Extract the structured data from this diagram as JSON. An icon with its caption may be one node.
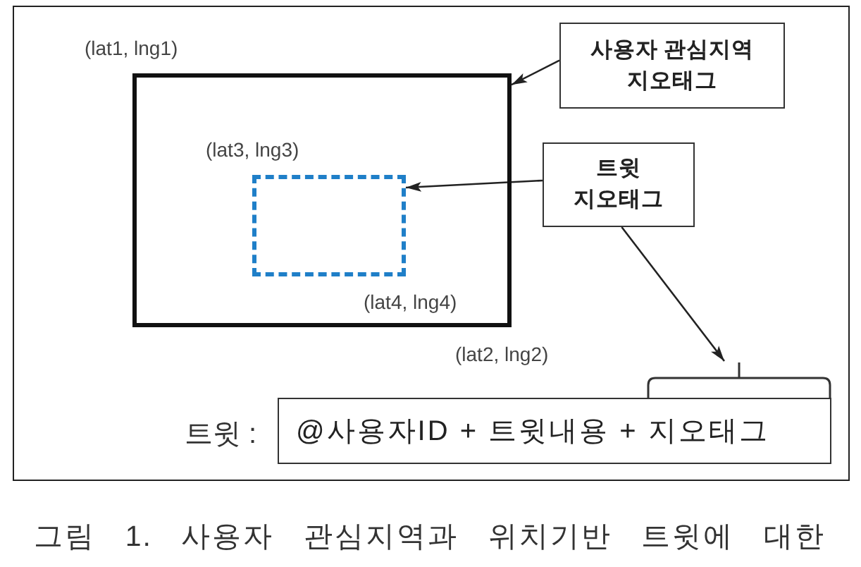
{
  "diagram": {
    "caption": "그림 1. 사용자 관심지역과 위치기반 트윗에 대한",
    "nodes": [
      {
        "text": [],
        "shape": "box",
        "beside": [
          "(lat1, lng1)",
          "(lat2, lng2)"
        ]
      },
      {
        "text": [],
        "shape": "box",
        "in": 0,
        "beside": [
          "(lat3, lng3)",
          "(lat4, lng4)"
        ]
      },
      {
        "text": [
          "사용자 관심지역 지오태그"
        ]
      },
      {
        "text": [
          "트윗 지오태그"
        ]
      },
      {
        "text": [],
        "shape": "brace"
      },
      {
        "text": [
          "@사용자ID + 트윗내용 + 지오태그"
        ],
        "beside": [
          "트윗 :"
        ]
      }
    ],
    "edges": [
      {
        "from": 2,
        "to": 0,
        "arrow": "to"
      },
      {
        "from": 3,
        "to": 1,
        "arrow": "to"
      },
      {
        "from": 3,
        "to": 4,
        "arrow": "to"
      }
    ]
  }
}
